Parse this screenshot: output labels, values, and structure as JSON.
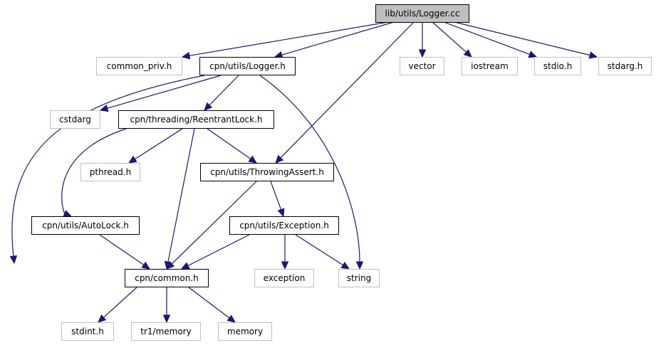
{
  "graph": {
    "edge_color": "#191970",
    "nodes": [
      {
        "id": "logger_cc",
        "label": "lib/utils/Logger.cc",
        "kind": "root"
      },
      {
        "id": "common_priv",
        "label": "common_priv.h",
        "kind": "ext"
      },
      {
        "id": "logger_h",
        "label": "cpn/utils/Logger.h",
        "kind": "doc"
      },
      {
        "id": "vector",
        "label": "vector",
        "kind": "ext"
      },
      {
        "id": "iostream",
        "label": "iostream",
        "kind": "ext"
      },
      {
        "id": "stdio",
        "label": "stdio.h",
        "kind": "ext"
      },
      {
        "id": "stdarg",
        "label": "stdarg.h",
        "kind": "ext"
      },
      {
        "id": "cstdarg",
        "label": "cstdarg",
        "kind": "ext"
      },
      {
        "id": "reentrant",
        "label": "cpn/threading/ReentrantLock.h",
        "kind": "doc"
      },
      {
        "id": "pthread",
        "label": "pthread.h",
        "kind": "ext"
      },
      {
        "id": "throwing",
        "label": "cpn/utils/ThrowingAssert.h",
        "kind": "doc"
      },
      {
        "id": "autolock",
        "label": "cpn/utils/AutoLock.h",
        "kind": "doc"
      },
      {
        "id": "exception_h",
        "label": "cpn/utils/Exception.h",
        "kind": "doc"
      },
      {
        "id": "common_h",
        "label": "cpn/common.h",
        "kind": "doc"
      },
      {
        "id": "exception",
        "label": "exception",
        "kind": "ext"
      },
      {
        "id": "string",
        "label": "string",
        "kind": "ext"
      },
      {
        "id": "stdint",
        "label": "stdint.h",
        "kind": "ext"
      },
      {
        "id": "tr1memory",
        "label": "tr1/memory",
        "kind": "ext"
      },
      {
        "id": "memory",
        "label": "memory",
        "kind": "ext"
      }
    ],
    "edges": [
      [
        "logger_cc",
        "common_priv"
      ],
      [
        "logger_cc",
        "logger_h"
      ],
      [
        "logger_cc",
        "throwing"
      ],
      [
        "logger_cc",
        "vector"
      ],
      [
        "logger_cc",
        "iostream"
      ],
      [
        "logger_cc",
        "stdio"
      ],
      [
        "logger_cc",
        "stdarg"
      ],
      [
        "logger_h",
        "common_h"
      ],
      [
        "logger_h",
        "cstdarg"
      ],
      [
        "logger_h",
        "reentrant"
      ],
      [
        "logger_h",
        "string"
      ],
      [
        "reentrant",
        "autolock"
      ],
      [
        "reentrant",
        "pthread"
      ],
      [
        "reentrant",
        "common_h"
      ],
      [
        "reentrant",
        "throwing"
      ],
      [
        "throwing",
        "common_h"
      ],
      [
        "throwing",
        "exception_h"
      ],
      [
        "autolock",
        "common_h"
      ],
      [
        "exception_h",
        "common_h"
      ],
      [
        "exception_h",
        "exception"
      ],
      [
        "exception_h",
        "string"
      ],
      [
        "common_h",
        "stdint"
      ],
      [
        "common_h",
        "tr1memory"
      ],
      [
        "common_h",
        "memory"
      ]
    ]
  }
}
